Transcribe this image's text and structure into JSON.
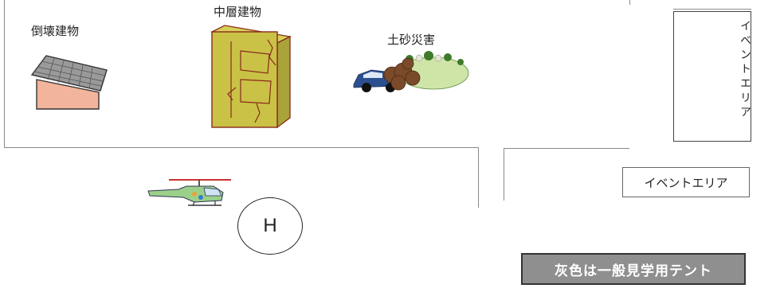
{
  "labels": {
    "collapsed_building": "倒壊建物",
    "midrise_building": "中層建物",
    "landslide": "土砂災害"
  },
  "event_area_vertical": "イベントエリア",
  "event_area_horizontal": "イベントエリア",
  "helipad_symbol": "H",
  "legend_text": "灰色は一般見学用テント",
  "colors": {
    "boundary_lines": "#8a8a8a",
    "legend_box": "#8f8f8f",
    "building_wall": "#f2b49a",
    "building_roof": "#9a9a9a",
    "midrise_fill": "#c9c247",
    "midrise_outline": "#8b2a1a"
  },
  "icons": {
    "collapsed_building": "collapsed-building-icon",
    "midrise_building": "midrise-building-icon",
    "landslide": "landslide-car-icon",
    "helicopter": "helicopter-icon"
  }
}
